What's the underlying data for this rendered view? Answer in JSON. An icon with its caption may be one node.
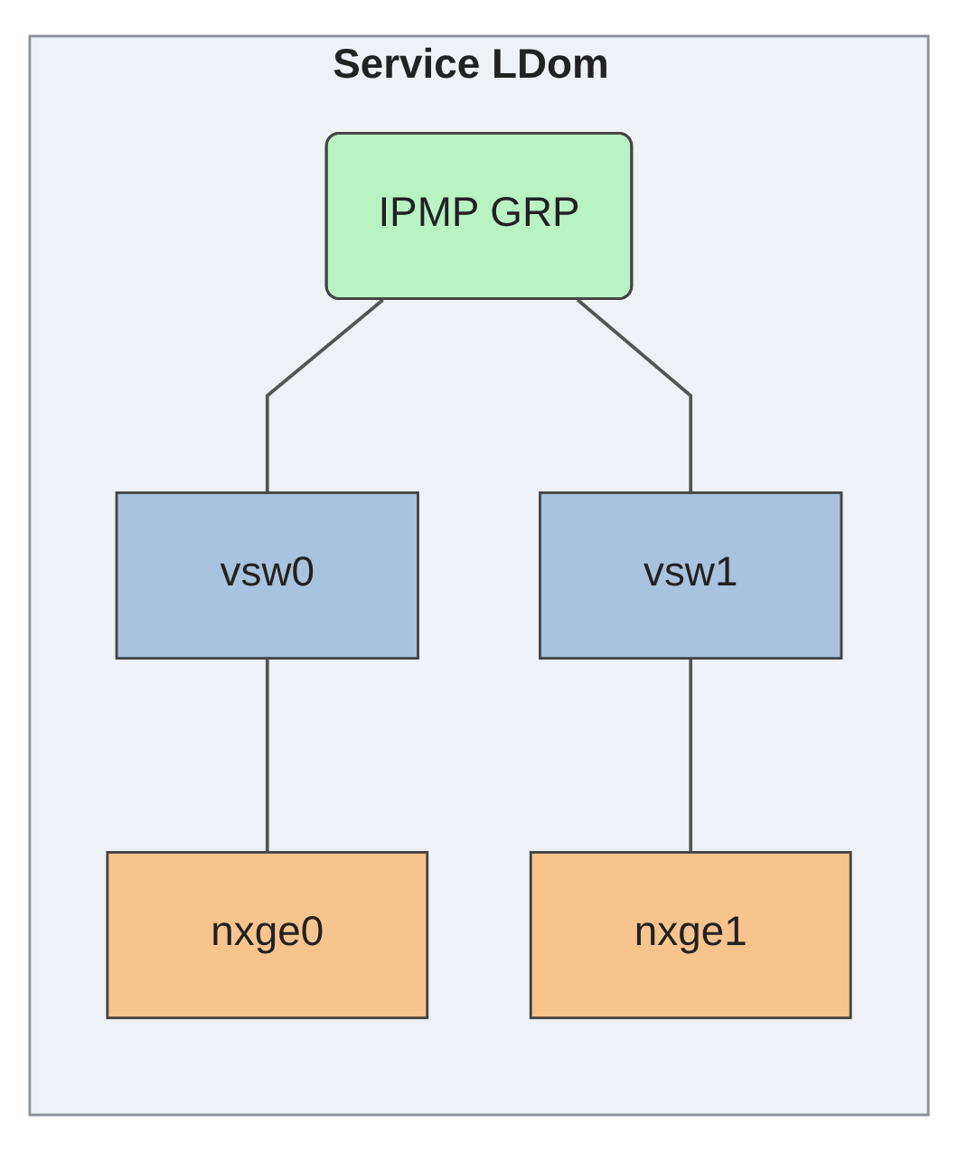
{
  "diagram": {
    "nodes": [
      {
        "text": [
          "Service LDom"
        ]
      },
      {
        "text": [
          "IPMP GRP"
        ],
        "in": 0
      },
      {
        "text": [
          "vsw0"
        ],
        "in": 0
      },
      {
        "text": [
          "vsw1"
        ],
        "in": 0
      },
      {
        "text": [
          "nxge0"
        ],
        "in": 0
      },
      {
        "text": [
          "nxge1"
        ],
        "in": 0
      }
    ],
    "edges": [
      {
        "from": 1,
        "to": 2,
        "arrow": "none"
      },
      {
        "from": 1,
        "to": 3,
        "arrow": "none"
      },
      {
        "from": 2,
        "to": 4,
        "arrow": "none"
      },
      {
        "from": 3,
        "to": 5,
        "arrow": "none"
      }
    ]
  }
}
